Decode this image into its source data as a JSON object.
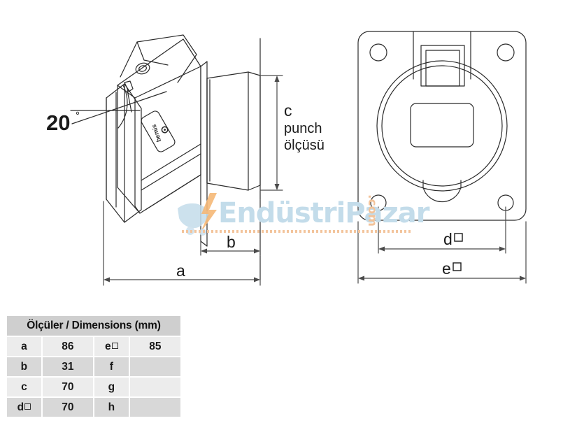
{
  "page": {
    "title": "Industrial socket outlet technical dimension drawing",
    "background_color": "#ffffff",
    "line_color": "#2b2b2b"
  },
  "drawing": {
    "views": [
      {
        "name": "side-view",
        "description": "Angled socket outlet mounted on panel, 20 degree inclination"
      },
      {
        "name": "front-view",
        "description": "Rectangular flange plate with round socket opening and four mounting holes"
      }
    ],
    "annotations": {
      "angle": "20",
      "angle_symbol": "°",
      "dim_a": "a",
      "dim_b": "b",
      "dim_c": "c",
      "dim_c_note_line1": "punch",
      "dim_c_note_line2": "ölçüsü",
      "dim_d": "d",
      "dim_e": "e"
    },
    "brand_label": "bemis"
  },
  "table": {
    "header": "Ölçüler / Dimensions (mm)",
    "rows": [
      {
        "key1": "a",
        "val1": "86",
        "key2": "e",
        "key2_square": true,
        "val2": "85"
      },
      {
        "key1": "b",
        "val1": "31",
        "key2": "f",
        "key2_square": false,
        "val2": ""
      },
      {
        "key1": "c",
        "val1": "70",
        "key2": "g",
        "key2_square": false,
        "val2": ""
      },
      {
        "key1": "d",
        "key1_square": true,
        "val1": "70",
        "key2": "h",
        "key2_square": false,
        "val2": ""
      }
    ]
  },
  "watermark": {
    "text": "EndüstriPazar",
    "text_plain": "EndüstriPazar",
    "suffix": ".com",
    "text_color": "#c3dcea",
    "suffix_color": "#f2c39a"
  },
  "chart_data": {
    "type": "table",
    "title": "Ölçüler / Dimensions (mm)",
    "categories": [
      "a",
      "b",
      "c",
      "d□",
      "e□",
      "f",
      "g",
      "h"
    ],
    "values": [
      86,
      31,
      70,
      70,
      85,
      null,
      null,
      null
    ],
    "units": "mm"
  }
}
